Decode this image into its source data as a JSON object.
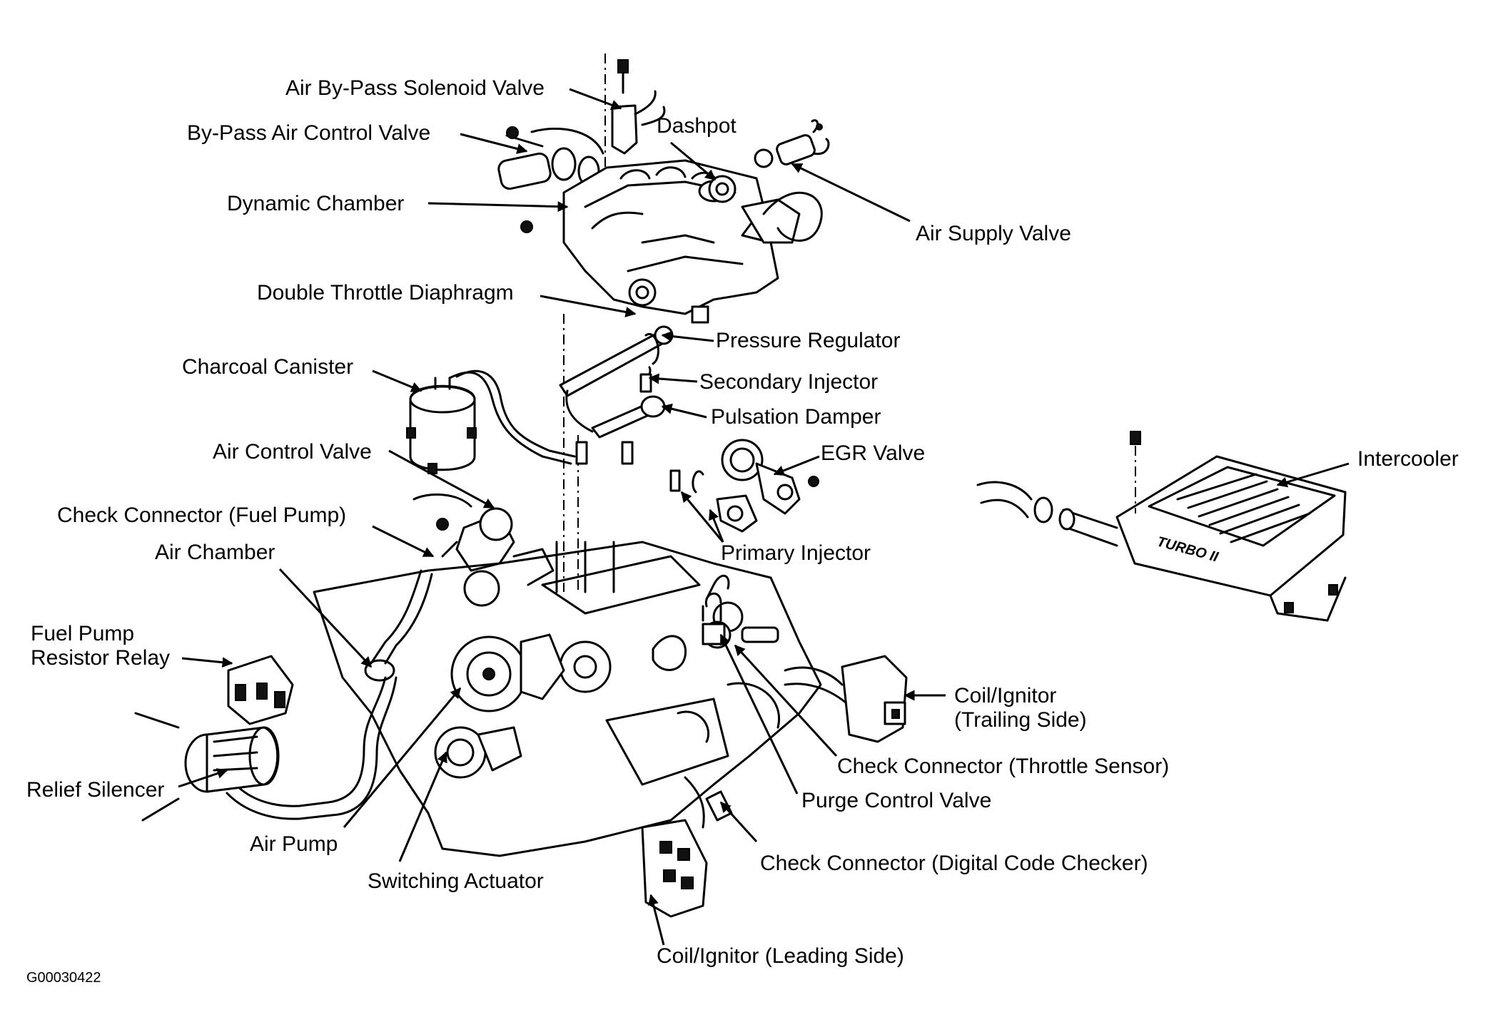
{
  "figure_id": "G00030422",
  "labels": {
    "air_bypass_solenoid_valve": "Air By-Pass Solenoid Valve",
    "bypass_air_control_valve": "By-Pass Air Control Valve",
    "dashpot": "Dashpot",
    "dynamic_chamber": "Dynamic Chamber",
    "air_supply_valve": "Air Supply Valve",
    "double_throttle_diaphragm": "Double Throttle Diaphragm",
    "pressure_regulator": "Pressure Regulator",
    "charcoal_canister": "Charcoal Canister",
    "secondary_injector": "Secondary Injector",
    "pulsation_damper": "Pulsation Damper",
    "egr_valve": "EGR Valve",
    "intercooler": "Intercooler",
    "air_control_valve": "Air Control Valve",
    "check_connector_fuel_pump": "Check Connector (Fuel Pump)",
    "primary_injector": "Primary Injector",
    "air_chamber": "Air Chamber",
    "fuel_pump_resistor_relay_line1": "Fuel Pump",
    "fuel_pump_resistor_relay_line2": "Resistor Relay",
    "coil_ignitor_trailing_line1": "Coil/Ignitor",
    "coil_ignitor_trailing_line2": "(Trailing Side)",
    "check_connector_throttle_sensor": "Check Connector (Throttle Sensor)",
    "relief_silencer": "Relief Silencer",
    "purge_control_valve": "Purge Control Valve",
    "air_pump": "Air Pump",
    "check_connector_digital_code_checker": "Check Connector (Digital Code Checker)",
    "switching_actuator": "Switching Actuator",
    "coil_ignitor_leading": "Coil/Ignitor (Leading Side)"
  },
  "intercooler_badge": "TURBO II"
}
